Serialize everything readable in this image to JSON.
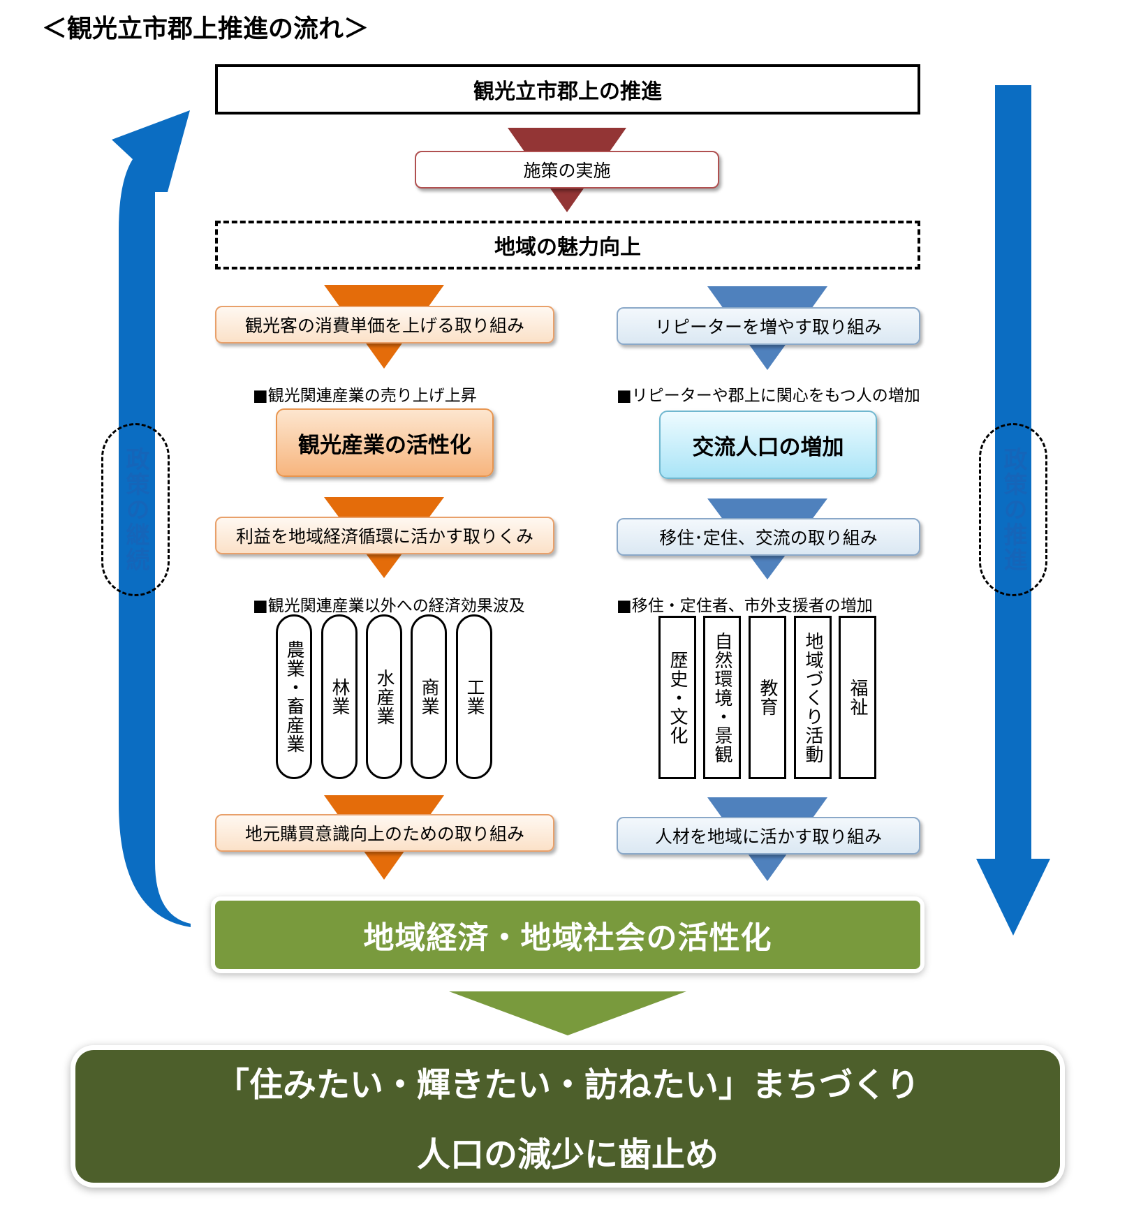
{
  "title": "＜観光立市郡上推進の流れ＞",
  "top_box": "観光立市郡上の推進",
  "implementation": "施策の実施",
  "regional_appeal": "地域の魅力向上",
  "left_column": {
    "step1": "観光客の消費単価を上げる取り組み",
    "note1": "■観光関連産業の売り上げ上昇",
    "highlight": "観光産業の活性化",
    "step2": "利益を地域経済循環に活かす取りくみ",
    "note2": "■観光関連産業以外への経済効果波及",
    "industries": [
      "農業・畜産業",
      "林業",
      "水産業",
      "商業",
      "工業"
    ],
    "step3": "地元購買意識向上のための取り組み"
  },
  "right_column": {
    "step1": "リピーターを増やす取り組み",
    "note1": "■リピーターや郡上に関心をもつ人の増加",
    "highlight": "交流人口の増加",
    "step2": "移住･定住、交流の取り組み",
    "note2": "■移住・定住者、市外支援者の増加",
    "fields": [
      "歴史・文化",
      "自然環境・景観",
      "教育",
      "地域づくり活動",
      "福祉"
    ],
    "step3": "人材を地域に活かす取り組み"
  },
  "activation": "地域経済・地域社会の活性化",
  "goal": {
    "line1": "「住みたい・輝きたい・訪ねたい」まちづくり",
    "line2": "人口の減少に歯止め"
  },
  "side_left": "政策の継続",
  "side_right": "政策の推進",
  "colors": {
    "dark_red": "#933535",
    "orange": "#e46c0a",
    "steel_blue": "#4f81bd",
    "big_arrow_blue": "#0b6dc2",
    "olive_green": "#799a3d",
    "dark_olive": "#4d5f2b"
  }
}
